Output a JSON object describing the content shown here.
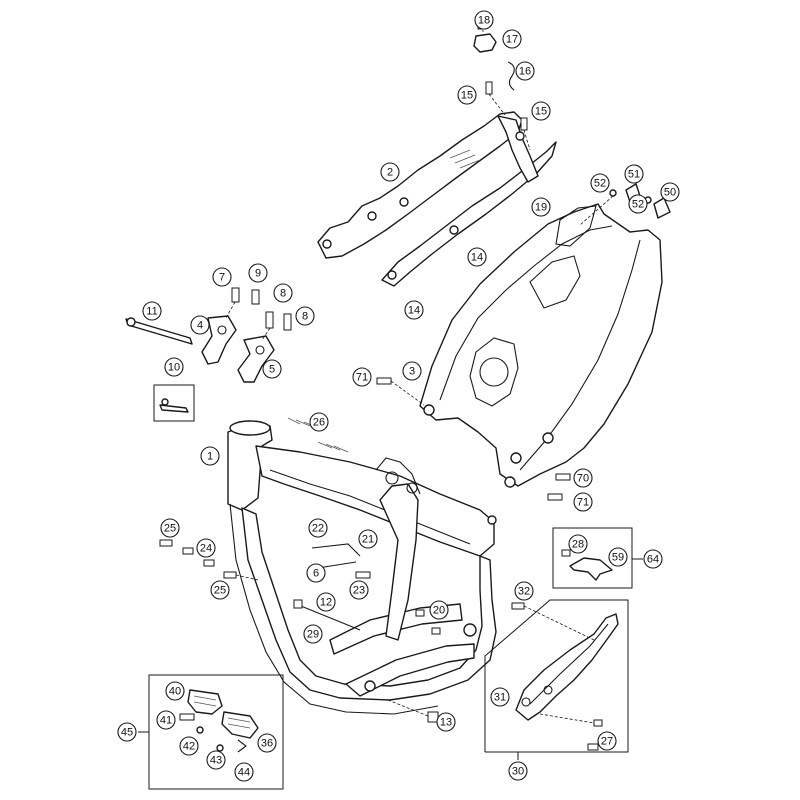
{
  "diagram": {
    "callouts": [
      {
        "key": "c18",
        "label": "18"
      },
      {
        "key": "c17",
        "label": "17"
      },
      {
        "key": "c16",
        "label": "16"
      },
      {
        "key": "c15a",
        "label": "15"
      },
      {
        "key": "c15b",
        "label": "15"
      },
      {
        "key": "c2",
        "label": "2"
      },
      {
        "key": "c19",
        "label": "19"
      },
      {
        "key": "c52a",
        "label": "52"
      },
      {
        "key": "c51",
        "label": "51"
      },
      {
        "key": "c52b",
        "label": "52"
      },
      {
        "key": "c50",
        "label": "50"
      },
      {
        "key": "c14a",
        "label": "14"
      },
      {
        "key": "c14b",
        "label": "14"
      },
      {
        "key": "c7",
        "label": "7"
      },
      {
        "key": "c9",
        "label": "9"
      },
      {
        "key": "c8a",
        "label": "8"
      },
      {
        "key": "c8b",
        "label": "8"
      },
      {
        "key": "c11",
        "label": "11"
      },
      {
        "key": "c4",
        "label": "4"
      },
      {
        "key": "c5",
        "label": "5"
      },
      {
        "key": "c10",
        "label": "10"
      },
      {
        "key": "c71a",
        "label": "71"
      },
      {
        "key": "c3",
        "label": "3"
      },
      {
        "key": "c26",
        "label": "26"
      },
      {
        "key": "c1",
        "label": "1"
      },
      {
        "key": "c70",
        "label": "70"
      },
      {
        "key": "c71b",
        "label": "71"
      },
      {
        "key": "c25a",
        "label": "25"
      },
      {
        "key": "c24",
        "label": "24"
      },
      {
        "key": "c25b",
        "label": "25"
      },
      {
        "key": "c22",
        "label": "22"
      },
      {
        "key": "c21",
        "label": "21"
      },
      {
        "key": "c6",
        "label": "6"
      },
      {
        "key": "c23",
        "label": "23"
      },
      {
        "key": "c12",
        "label": "12"
      },
      {
        "key": "c29",
        "label": "29"
      },
      {
        "key": "c20",
        "label": "20"
      },
      {
        "key": "c28",
        "label": "28"
      },
      {
        "key": "c59",
        "label": "59"
      },
      {
        "key": "c64",
        "label": "64"
      },
      {
        "key": "c32",
        "label": "32"
      },
      {
        "key": "c40",
        "label": "40"
      },
      {
        "key": "c41",
        "label": "41"
      },
      {
        "key": "c45",
        "label": "45"
      },
      {
        "key": "c42",
        "label": "42"
      },
      {
        "key": "c43",
        "label": "43"
      },
      {
        "key": "c36",
        "label": "36"
      },
      {
        "key": "c44",
        "label": "44"
      },
      {
        "key": "c13",
        "label": "13"
      },
      {
        "key": "c31",
        "label": "31"
      },
      {
        "key": "c27",
        "label": "27"
      },
      {
        "key": "c30",
        "label": "30"
      }
    ]
  }
}
